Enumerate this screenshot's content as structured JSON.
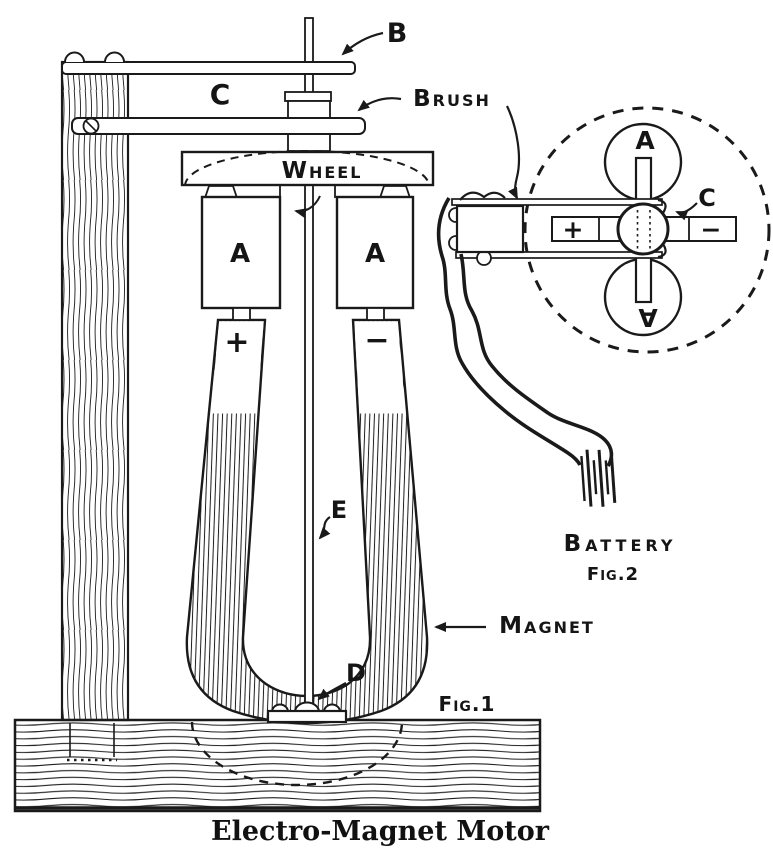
{
  "page": {
    "caption": "Electro-Magnet Motor"
  },
  "colors": {
    "ink": "#1a1a1a",
    "paper": "#ffffff"
  },
  "fig1": {
    "label_b": "B",
    "label_c": "C",
    "label_brush": "Brush",
    "label_wheel": "Wheel",
    "label_coil_left": "A",
    "label_coil_right": "A",
    "label_pole_positive": "+",
    "label_pole_negative": "−",
    "label_shaft": "E",
    "label_bearing": "D",
    "label_magnet": "Magnet",
    "fig_caption": "Fig.1"
  },
  "fig2": {
    "label_coil_top": "A",
    "label_coil_bottom": "A",
    "label_commutator": "C",
    "label_positive": "+",
    "label_negative": "−",
    "label_battery": "Battery",
    "fig_caption": "Fig.2"
  }
}
